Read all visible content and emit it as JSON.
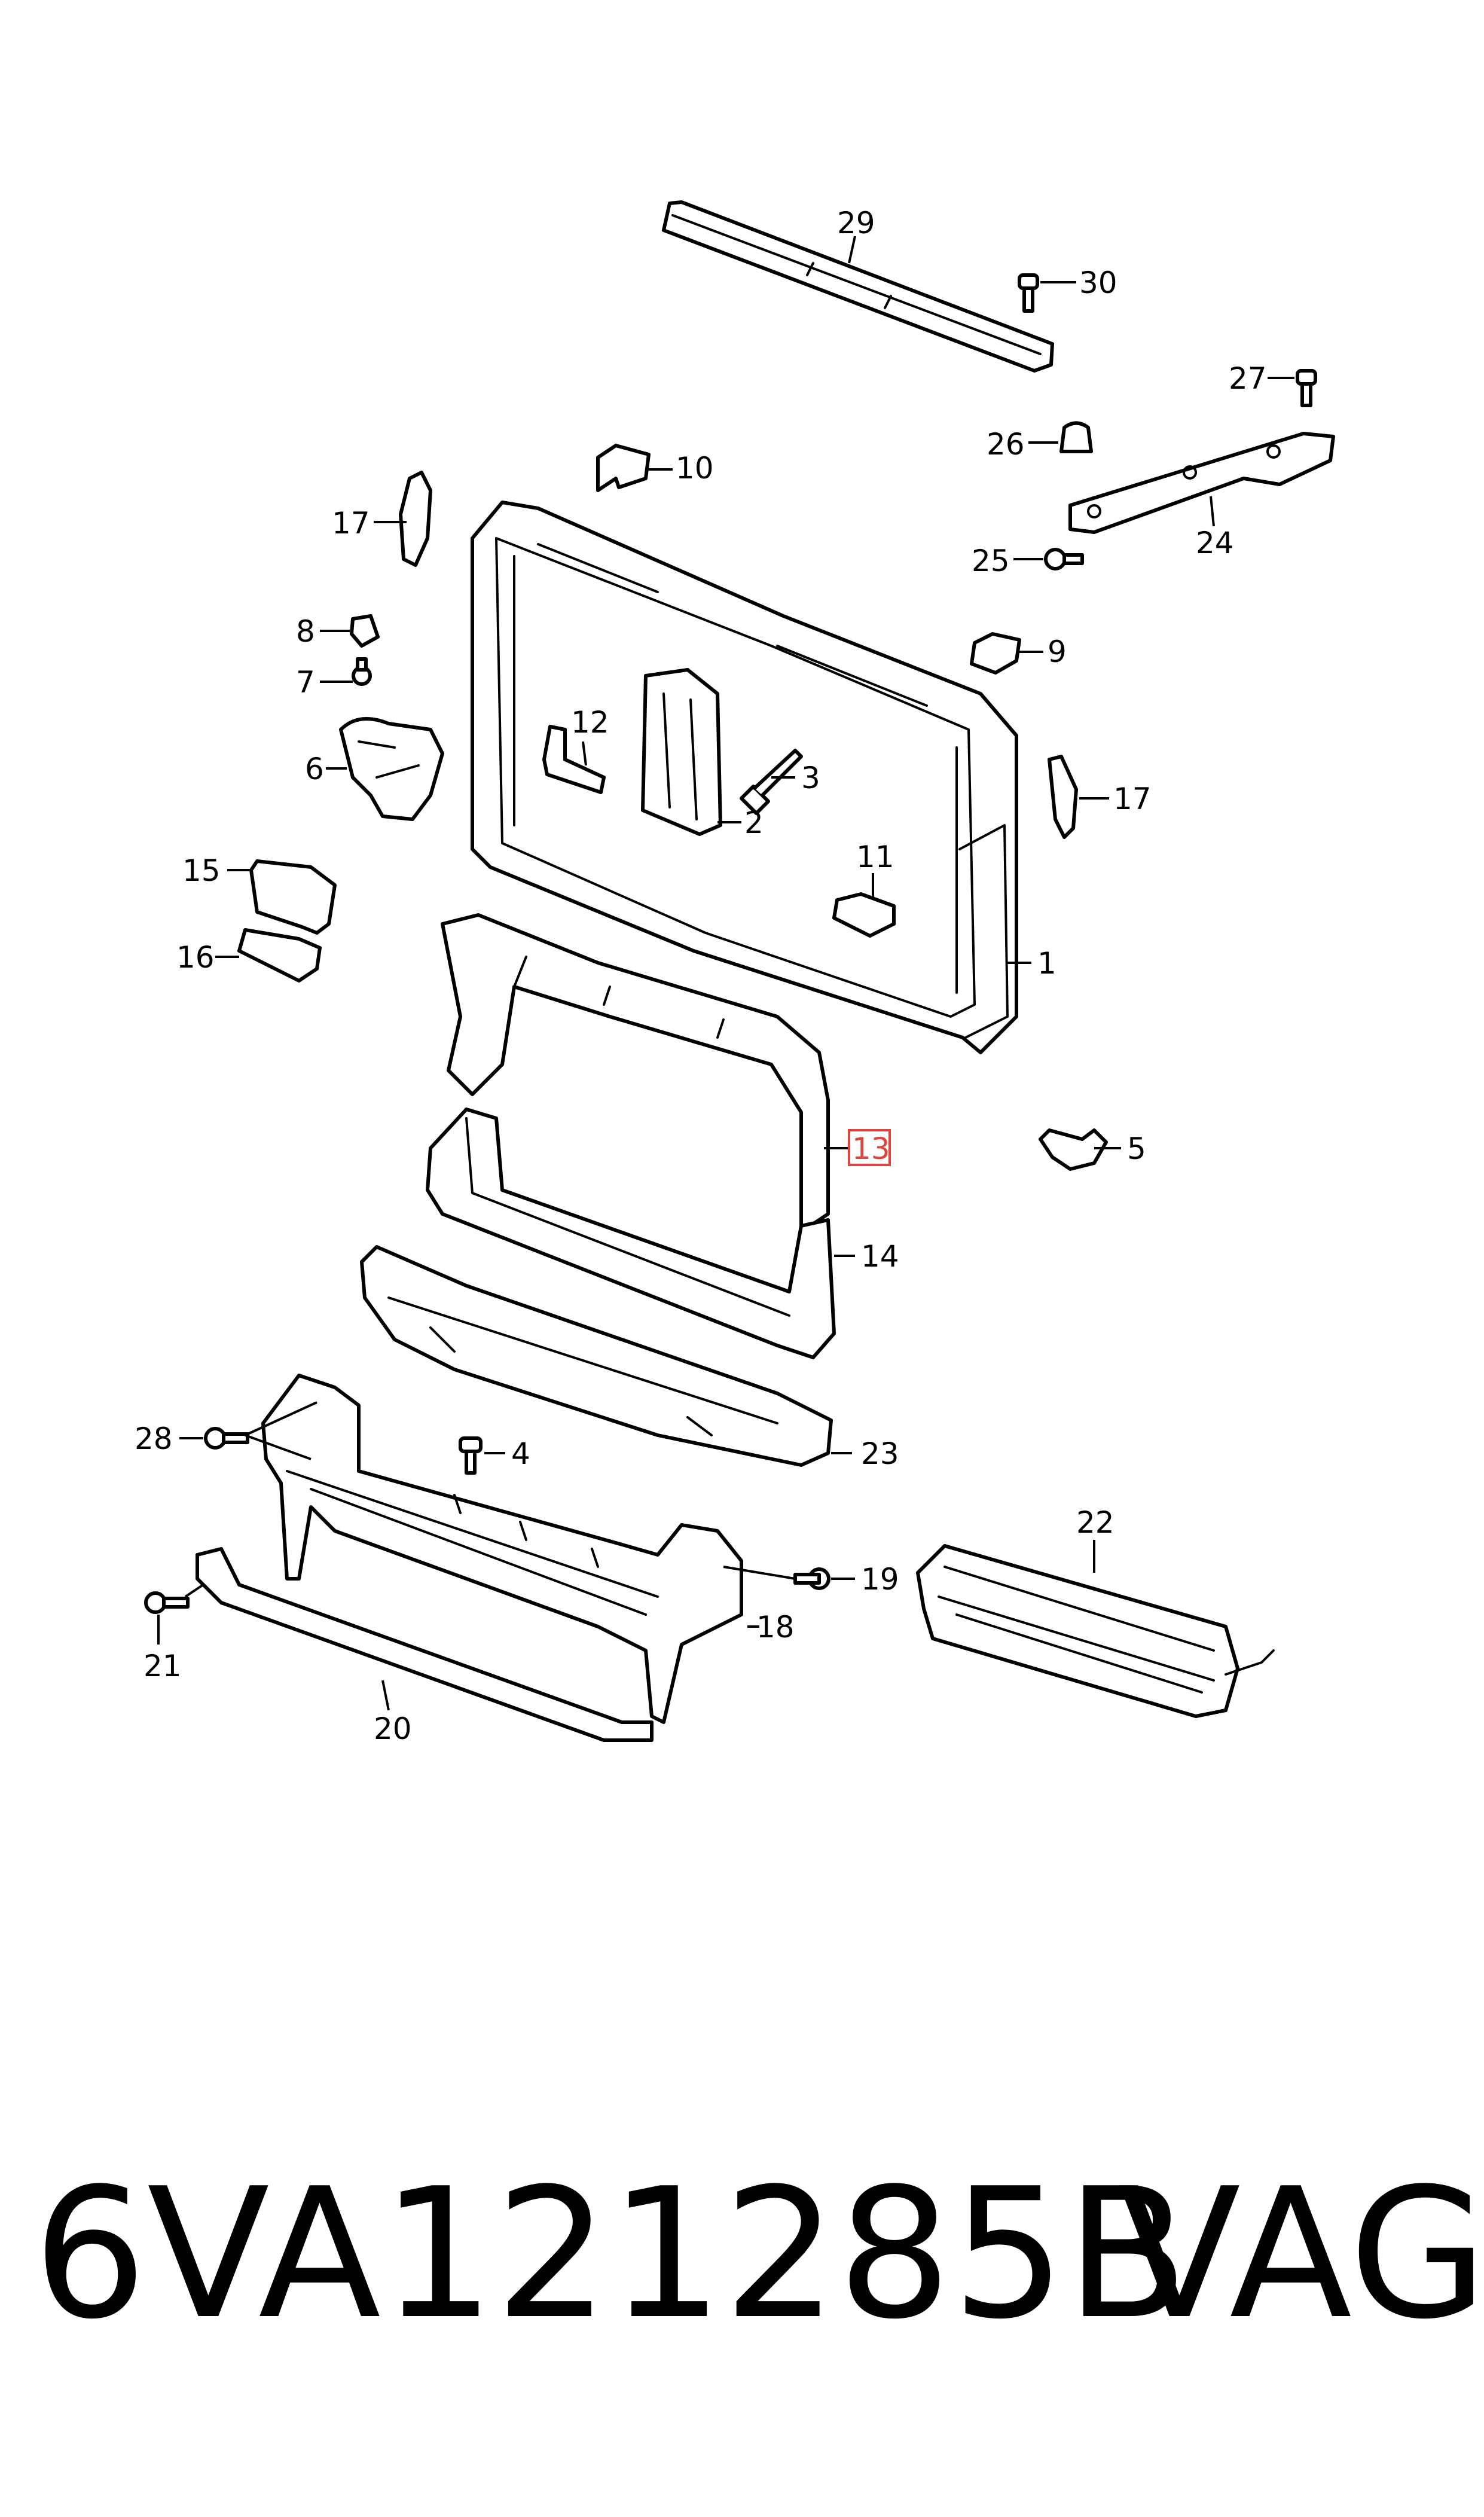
{
  "diagram": {
    "callouts": {
      "c1": "1",
      "c2": "2",
      "c3": "3",
      "c4": "4",
      "c5": "5",
      "c6": "6",
      "c7": "7",
      "c8": "8",
      "c9": "9",
      "c10": "10",
      "c11": "11",
      "c12": "12",
      "c13": "13",
      "c14": "14",
      "c15": "15",
      "c16": "16",
      "c17a": "17",
      "c17b": "17",
      "c18": "18",
      "c19": "19",
      "c20": "20",
      "c21": "21",
      "c22": "22",
      "c23": "23",
      "c24": "24",
      "c25": "25",
      "c26": "26",
      "c27": "27",
      "c28": "28",
      "c29": "29",
      "c30": "30"
    },
    "highlighted_callout": "13",
    "highlight_color": "#e0443e"
  },
  "footer": {
    "part_number": "6VA121285B",
    "brand": "VAG"
  }
}
